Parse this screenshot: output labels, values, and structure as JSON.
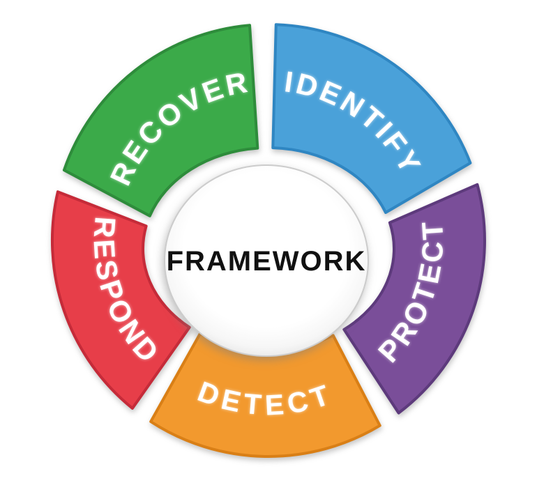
{
  "diagram": {
    "type": "cycle-wheel",
    "center_label": "FRAMEWORK",
    "center_fill": "#ffffff",
    "center_text_color": "#111111",
    "label_color": "#ffffff",
    "background": "#ffffff",
    "segments": [
      {
        "label": "IDENTIFY",
        "position": "top-right",
        "color": "#4AA1D9",
        "edge_color": "#2F86C2"
      },
      {
        "label": "PROTECT",
        "position": "right-bottom",
        "color": "#7A4E99",
        "edge_color": "#5D3A7C"
      },
      {
        "label": "DETECT",
        "position": "bottom",
        "color": "#F2992E",
        "edge_color": "#D97F16"
      },
      {
        "label": "RESPOND",
        "position": "left",
        "color": "#E73E49",
        "edge_color": "#C52B39"
      },
      {
        "label": "RECOVER",
        "position": "top-left",
        "color": "#3BAA49",
        "edge_color": "#2E8C3B"
      }
    ]
  }
}
